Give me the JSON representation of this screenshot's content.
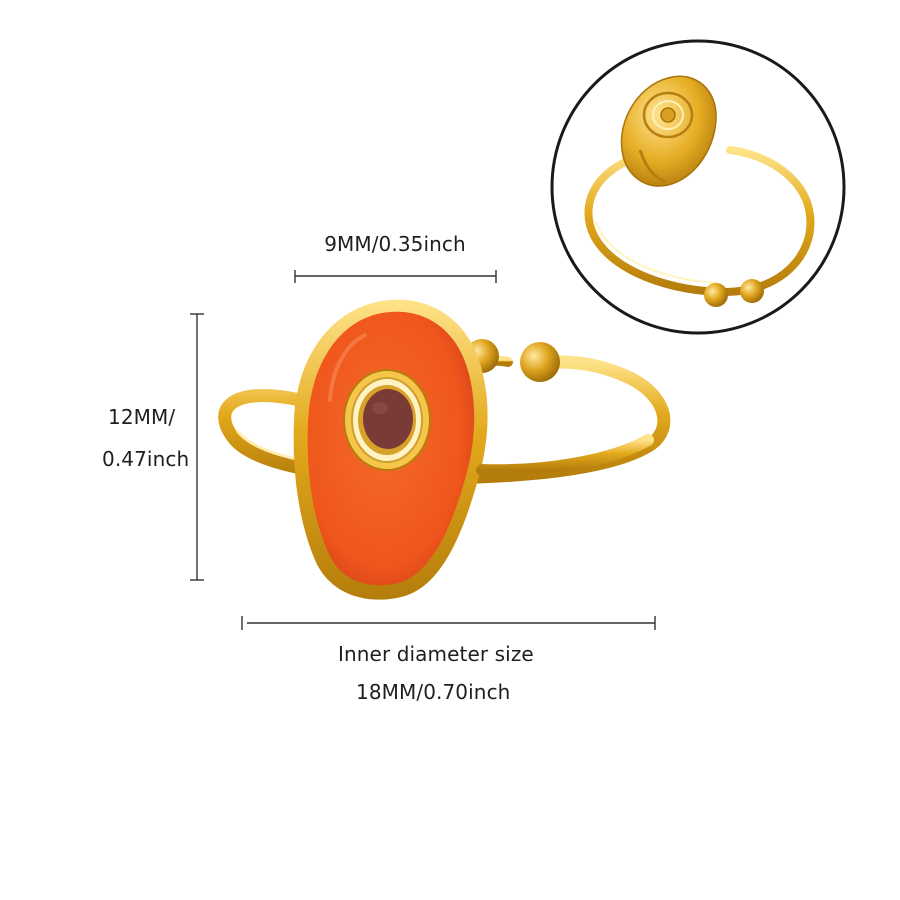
{
  "dimensions": {
    "width_label": "9MM/0.35inch",
    "height_label_line1": "12MM/",
    "height_label_line2": "0.47inch",
    "inner_diameter_label": "Inner diameter size",
    "inner_diameter_value": "18MM/0.70inch"
  },
  "colors": {
    "gold": "#e3a91c",
    "gold_dark": "#b47d0b",
    "gold_light": "#ffe38a",
    "enamel": "#f05a1e",
    "enamel_dark": "#d9471a",
    "stone": "#7a3a36",
    "inset_circle_stroke": "#1a1a1a",
    "measure_line": "#333333"
  },
  "images": {
    "main_view": "open-ring-front-view",
    "inset_view": "open-ring-back-view"
  }
}
